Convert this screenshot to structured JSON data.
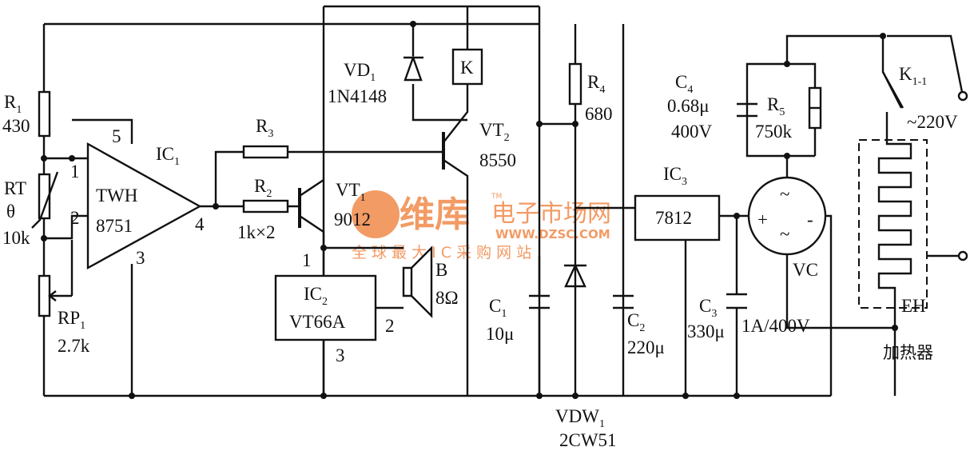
{
  "components": {
    "R1": {
      "name": "R",
      "sub": "1",
      "value": "430"
    },
    "RT": {
      "name": "RT",
      "symbol": "θ",
      "value": "10k"
    },
    "RP1": {
      "name": "RP",
      "sub": "1",
      "value": "2.7k"
    },
    "IC1": {
      "name": "IC",
      "sub": "1",
      "line1": "TWH",
      "line2": "8751",
      "pins": [
        "5",
        "1",
        "2",
        "3",
        "4"
      ]
    },
    "R3": {
      "name": "R",
      "sub": "3"
    },
    "R2": {
      "name": "R",
      "sub": "2",
      "value": "1k×2"
    },
    "VT1": {
      "name": "VT",
      "sub": "1",
      "value": "9012"
    },
    "VD1": {
      "name": "VD",
      "sub": "1",
      "value": "1N4148"
    },
    "K": {
      "name": "K"
    },
    "VT2": {
      "name": "VT",
      "sub": "2",
      "value": "8550"
    },
    "IC2": {
      "name": "IC",
      "sub": "2",
      "value": "VT66A",
      "pins": [
        "1",
        "2",
        "3"
      ]
    },
    "B": {
      "name": "B",
      "value": "8Ω"
    },
    "R4": {
      "name": "R",
      "sub": "4",
      "value": "680"
    },
    "C1": {
      "name": "C",
      "sub": "1",
      "value": "10μ"
    },
    "VDW1": {
      "name": "VDW",
      "sub": "1",
      "value": "2CW51"
    },
    "C2": {
      "name": "C",
      "sub": "2",
      "value": "220μ"
    },
    "IC3": {
      "name": "IC",
      "sub": "3",
      "value": "7812"
    },
    "C3": {
      "name": "C",
      "sub": "3",
      "value": "330μ"
    },
    "C4": {
      "name": "C",
      "sub": "4",
      "value": "0.68μ",
      "rating": "400V"
    },
    "R5": {
      "name": "R",
      "sub": "5",
      "value": "750k"
    },
    "VC": {
      "name": "VC",
      "value": "1A/400V",
      "plus": "+",
      "minus": "-",
      "ac": "~"
    },
    "K11": {
      "name": "K",
      "sub": "1-1"
    },
    "mains": "~220V",
    "EH": {
      "name": "EH",
      "label": "加热器"
    }
  },
  "watermark": {
    "brand": "维库",
    "site": "电子市场网",
    "tm": "TM",
    "url": "WWW.DZSC.COM",
    "slogan": "全 球 最 大 I C 采 购 网 站",
    "color": "#f08a4b"
  }
}
